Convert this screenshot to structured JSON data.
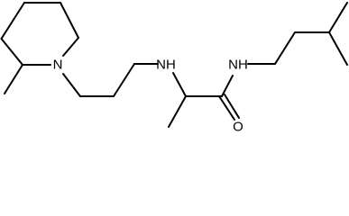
{
  "molecule": {
    "atoms": {
      "N1": "N",
      "N2": "NH",
      "N3": "NH",
      "O1": "O"
    }
  }
}
